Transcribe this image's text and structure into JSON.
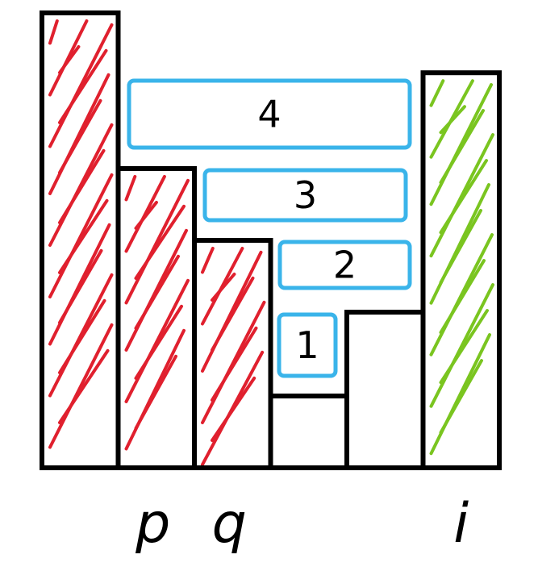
{
  "diagram": {
    "heights": [
      9.5,
      6.25,
      4.75,
      1.5,
      3.25,
      8.25
    ],
    "max_height": 9.5,
    "hatched": [
      {
        "bar": 0,
        "color": "red"
      },
      {
        "bar": 1,
        "color": "red"
      },
      {
        "bar": 2,
        "color": "red"
      },
      {
        "bar": 5,
        "color": "green"
      }
    ],
    "water_layers": [
      {
        "label": "4",
        "level": 4
      },
      {
        "label": "3",
        "level": 3
      },
      {
        "label": "2",
        "level": 2
      },
      {
        "label": "1",
        "level": 1
      }
    ],
    "index_labels": [
      {
        "bar": 1,
        "text": "p"
      },
      {
        "bar": 2,
        "text": "q"
      },
      {
        "bar": 5,
        "text": "i"
      }
    ]
  },
  "colors": {
    "red": "#e0202e",
    "green": "#7ac520",
    "water": "#3ab4ea",
    "outline": "#000000"
  }
}
